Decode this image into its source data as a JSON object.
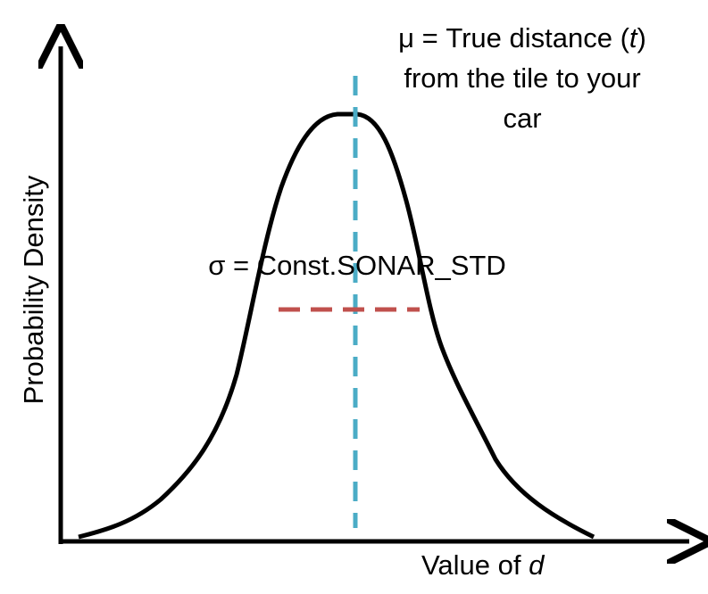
{
  "annotations": {
    "mu_line1_prefix": "μ = True distance (",
    "mu_line1_var": "t",
    "mu_line1_suffix": ")",
    "mu_line2": "from the tile to your",
    "mu_line3": "car",
    "sigma": "σ = Const.SONAR_STD"
  },
  "axes": {
    "ylabel": "Probability Density",
    "xlabel_prefix": "Value of ",
    "xlabel_var": "d"
  },
  "colors": {
    "curve": "#000000",
    "mean_line": "#4bacc6",
    "std_line": "#c0504d"
  }
}
